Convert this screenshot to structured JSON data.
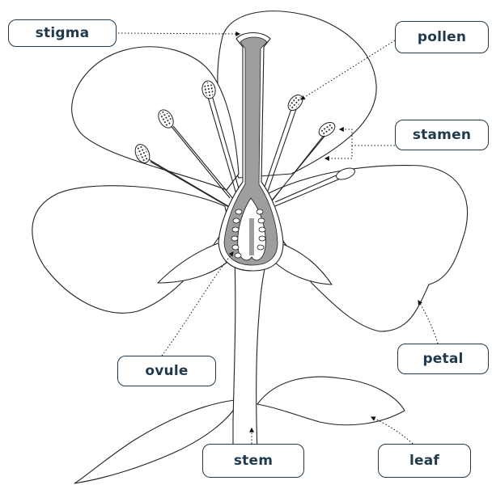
{
  "labels": {
    "stigma": "stigma",
    "pollen": "pollen",
    "stamen": "stamen",
    "petal": "petal",
    "ovule": "ovule",
    "stem": "stem",
    "leaf": "leaf"
  },
  "colors": {
    "label_text": "#1f3a4d",
    "label_border": "#1f3a4d",
    "pistil_fill": "#9e9e9e",
    "outline": "#222222",
    "background": "#ffffff"
  }
}
